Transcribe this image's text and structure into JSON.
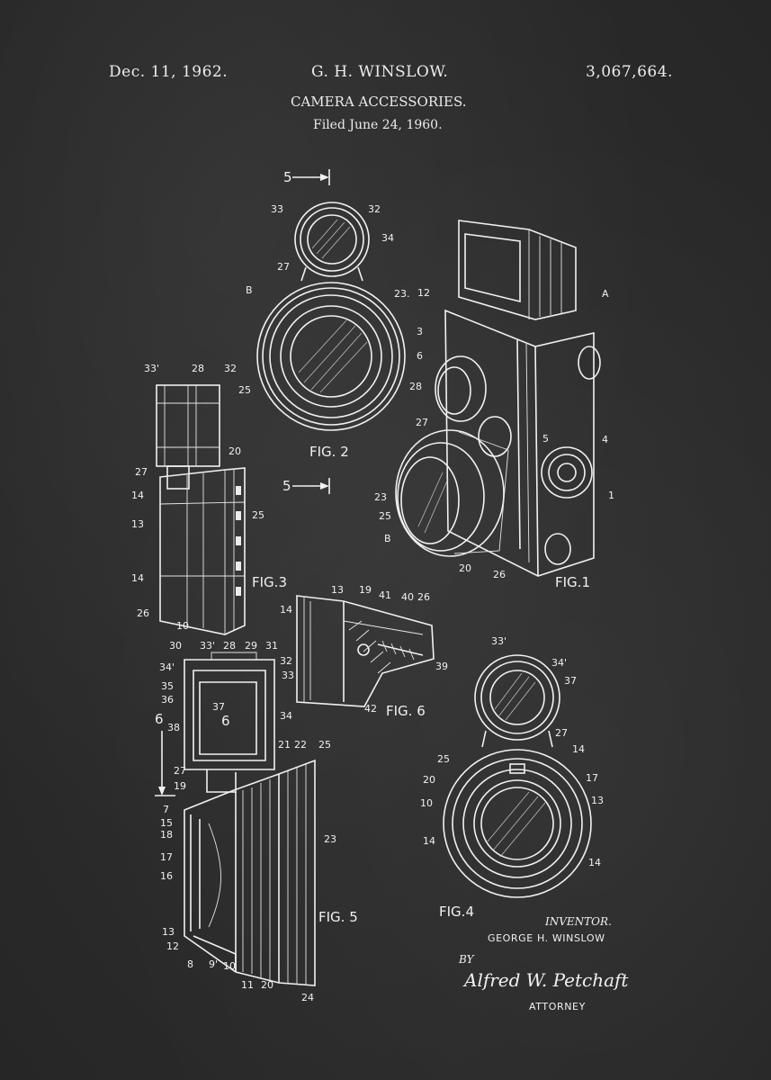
{
  "header": {
    "date": "Dec. 11, 1962.",
    "inventor": "G. H. WINSLOW.",
    "patent_number": "3,067,664.",
    "subject": "CAMERA ACCESSORIES.",
    "filed": "Filed June 24, 1960."
  },
  "figures": {
    "fig1": "FIG.1",
    "fig2": "FIG. 2",
    "fig3": "FIG.3",
    "fig4": "FIG.4",
    "fig5": "FIG. 5",
    "fig6": "FIG. 6"
  },
  "section_markers": {
    "top": "5",
    "bottom": "5",
    "left": "6",
    "mid": "6"
  },
  "fig2_labels": {
    "33": "33",
    "32": "32",
    "34": "34",
    "27": "27",
    "B": "B",
    "23": "23.",
    "25": "25"
  },
  "fig1_labels": {
    "12": "12",
    "A": "A",
    "3": "3",
    "6": "6",
    "28": "28",
    "27": "27",
    "5": "5",
    "4": "4",
    "23": "23",
    "25": "25",
    "B": "B",
    "20": "20",
    "26": "26",
    "1": "1"
  },
  "fig3_labels": {
    "33p": "33'",
    "28": "28",
    "32": "32",
    "20": "20",
    "27": "27",
    "14a": "14",
    "13": "13",
    "25": "25",
    "14b": "14",
    "26": "26",
    "10": "10"
  },
  "fig6_labels": {
    "13": "13",
    "19": "19",
    "41": "41",
    "40": "40",
    "26": "26",
    "14": "14",
    "39": "39",
    "42": "42"
  },
  "fig5_labels": {
    "30": "30",
    "33p": "33'",
    "28": "28",
    "29": "29",
    "31": "31",
    "34p": "34'",
    "32": "32",
    "33": "33",
    "35": "35",
    "37": "37",
    "36": "36",
    "38": "38",
    "34": "34",
    "21": "21",
    "22": "22",
    "25": "25",
    "27": "27",
    "19": "19",
    "7": "7",
    "15": "15",
    "18": "18",
    "23": "23",
    "17": "17",
    "16": "16",
    "13": "13",
    "12": "12",
    "8": "8",
    "9": "9'",
    "10": "10",
    "11": "11",
    "20": "20",
    "24": "24"
  },
  "fig4_labels": {
    "33p": "33'",
    "34p": "34'",
    "37": "37",
    "27": "27",
    "25": "25",
    "14a": "14",
    "20": "20",
    "17": "17",
    "10": "10",
    "13": "13",
    "14b": "14",
    "14c": "14"
  },
  "signature": {
    "inventor_heading": "INVENTOR.",
    "inventor_name": "GEORGE H. WINSLOW",
    "by": "BY",
    "attorney_signature": "Alfred W. Petchaft",
    "attorney_label": "ATTORNEY"
  },
  "colors": {
    "background": "#2b2b2b",
    "ink": "#f1f1f1"
  }
}
